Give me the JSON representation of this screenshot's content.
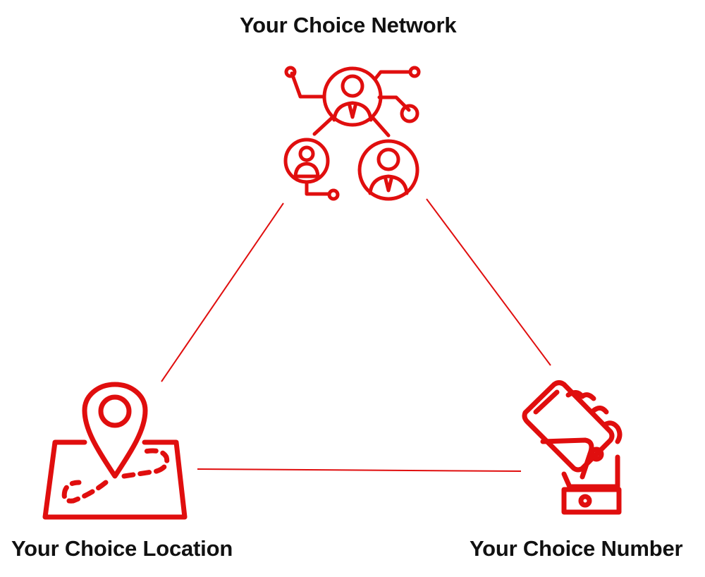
{
  "nodes": {
    "network": {
      "label": "Your Choice Network",
      "icon": "network-users-icon"
    },
    "location": {
      "label": "Your Choice Location",
      "icon": "map-pin-icon"
    },
    "number": {
      "label": "Your Choice Number",
      "icon": "hand-phone-icon"
    }
  },
  "colors": {
    "accent": "#e00e0e",
    "text": "#111111",
    "background": "#ffffff"
  }
}
